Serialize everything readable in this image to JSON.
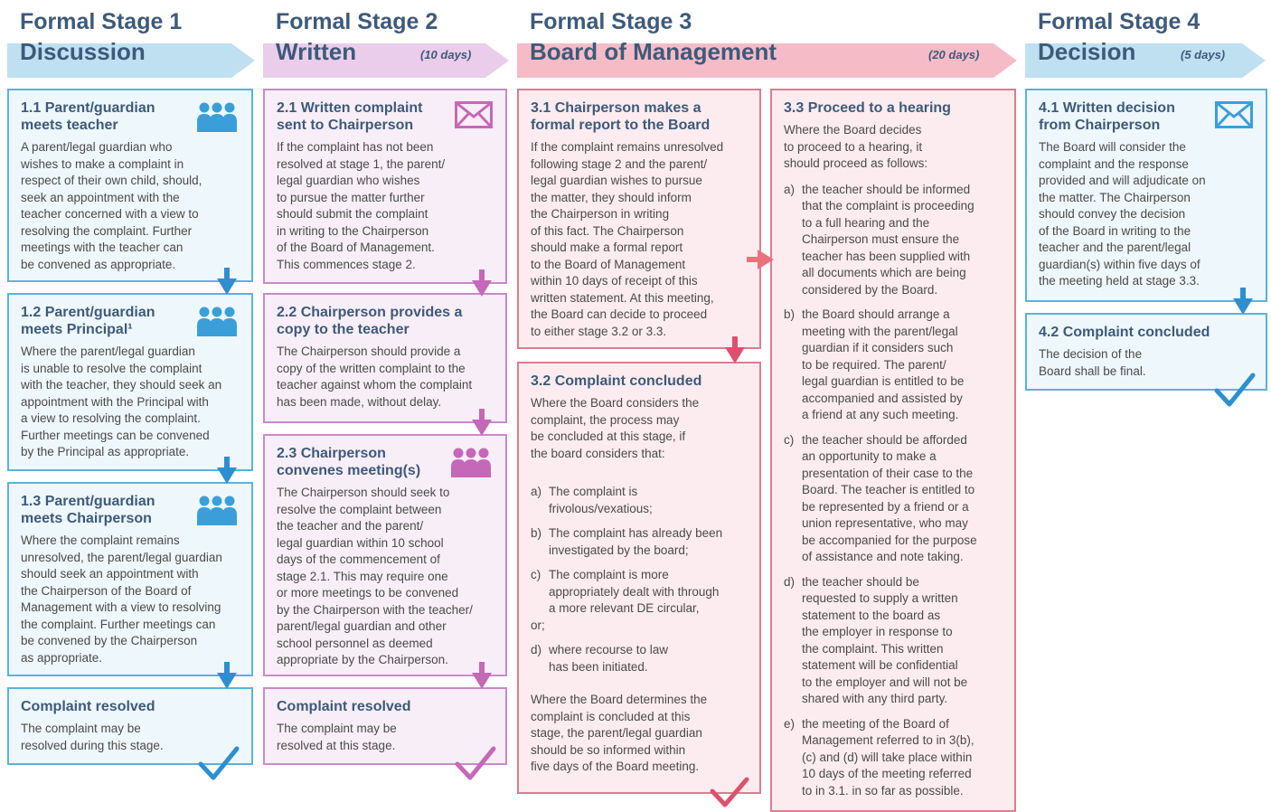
{
  "colors": {
    "stage1": "#5ab3dc",
    "stage2": "#c98ac9",
    "stage3": "#e07b8f",
    "stage4": "#5ab3dc",
    "heading": "#3d5a7a"
  },
  "stages": [
    {
      "line1": "Formal Stage 1",
      "line2": "Discussion",
      "days": ""
    },
    {
      "line1": "Formal Stage 2",
      "line2": "Written",
      "days": "(10 days)"
    },
    {
      "line1": "Formal Stage 3",
      "line2": "Board of Management",
      "days": "(20 days)"
    },
    {
      "line1": "Formal Stage 4",
      "line2": "Decision",
      "days": "(5 days)"
    }
  ],
  "boxes": {
    "s11": {
      "title": "1.1 Parent/guardian\nmeets teacher",
      "icon": "people-icon",
      "text": "A parent/legal guardian who\nwishes to make a complaint in\nrespect of their own child, should,\nseek an appointment with the\nteacher concerned with a view to\nresolving the complaint. Further\nmeetings with the teacher can\nbe convened as appropriate."
    },
    "s12": {
      "title": "1.2 Parent/guardian\nmeets Principal¹",
      "icon": "people-icon",
      "text": "Where the parent/legal guardian\nis unable to resolve the complaint\nwith the teacher, they should seek an\nappointment with the Principal with\na view to resolving the complaint.\nFurther meetings can be convened\nby the Principal as appropriate."
    },
    "s13": {
      "title": "1.3 Parent/guardian\nmeets Chairperson",
      "icon": "people-icon",
      "text": "Where the complaint remains\nunresolved, the parent/legal guardian\nshould seek an appointment with\nthe Chairperson of the Board of\nManagement with a view to resolving\nthe complaint. Further meetings can\nbe convened by the Chairperson\nas appropriate."
    },
    "s1r": {
      "title": "Complaint resolved",
      "text": "The complaint may be\nresolved during this stage."
    },
    "s21": {
      "title": "2.1 Written complaint\nsent to Chairperson",
      "icon": "envelope-icon",
      "text": "If the complaint has not been\nresolved at stage 1, the parent/\nlegal guardian who wishes\nto pursue the matter further\nshould submit the complaint\nin writing to the Chairperson\nof the Board of Management.\nThis commences stage 2."
    },
    "s22": {
      "title": "2.2 Chairperson provides a\ncopy to the teacher",
      "text": "The Chairperson should provide a\ncopy of the written complaint to the\nteacher against whom the complaint\nhas been made, without delay."
    },
    "s23": {
      "title": "2.3 Chairperson\nconvenes meeting(s)",
      "icon": "people-icon",
      "text": "The Chairperson should seek to\nresolve the complaint between\nthe teacher and the parent/\nlegal guardian within 10 school\ndays of the commencement of\nstage 2.1. This may require one\nor more meetings to be convened\nby the Chairperson with the teacher/\nparent/legal guardian and other\nschool personnel as deemed\nappropriate by the Chairperson."
    },
    "s2r": {
      "title": "Complaint resolved",
      "text": "The complaint may be\nresolved at this stage."
    },
    "s31": {
      "title": "3.1 Chairperson makes a\nformal report to the Board",
      "text": "If the complaint remains unresolved\nfollowing stage 2 and the parent/\nlegal guardian wishes to pursue\nthe matter, they should inform\nthe Chairperson in writing\nof this fact. The Chairperson\nshould make a formal report\nto the Board of Management\nwithin 10 days of receipt of this\nwritten statement. At this meeting,\nthe Board can decide to proceed\nto either stage 3.2 or 3.3."
    },
    "s32": {
      "title": "3.2 Complaint concluded",
      "text": "Where the Board considers the\ncomplaint, the process may\nbe concluded at this stage, if\nthe board considers that:",
      "items": [
        {
          "m": "a)",
          "t": "The complaint is\nfrivolous/vexatious;"
        },
        {
          "m": "b)",
          "t": "The complaint has already been\ninvestigated by the board;"
        },
        {
          "m": "c)",
          "t": "The complaint is more\nappropriately dealt with through\na more relevant DE circular,"
        }
      ],
      "or": "or;",
      "items2": [
        {
          "m": "d)",
          "t": "where recourse to law\nhas been initiated."
        }
      ],
      "tail": "Where the Board determines the\ncomplaint is concluded at this\nstage, the parent/legal guardian\nshould be so informed within\nfive days of the Board meeting."
    },
    "s33": {
      "title": "3.3 Proceed to a hearing",
      "text": "Where the Board decides\nto proceed to a hearing, it\nshould proceed as follows:",
      "items": [
        {
          "m": "a)",
          "t": "the teacher should be informed\nthat the complaint is proceeding\nto a full hearing and the\nChairperson must ensure the\nteacher has been supplied with\nall documents which are being\nconsidered by the Board."
        },
        {
          "m": "b)",
          "t": "the Board should arrange a\nmeeting with the parent/legal\nguardian if it considers such\nto be required. The parent/\nlegal guardian is entitled to be\naccompanied and assisted by\na friend at any such meeting."
        },
        {
          "m": "c)",
          "t": "the teacher should be afforded\nan opportunity to make a\npresentation of their case to the\nBoard. The teacher is entitled to\nbe represented by a friend or a\nunion representative, who may\nbe accompanied for the purpose\nof assistance and note taking."
        },
        {
          "m": "d)",
          "t": "the teacher should be\nrequested to supply a written\nstatement to the board as\nthe employer in response to\nthe complaint. This written\nstatement will be confidential\nto the employer and will not be\nshared with any third party."
        },
        {
          "m": "e)",
          "t": "the meeting of the Board of\nManagement referred to in 3(b),\n(c) and (d) will take place within\n10 days of the meeting referred\nto in 3.1. in so far as possible."
        }
      ]
    },
    "s41": {
      "title": "4.1 Written decision\nfrom Chairperson",
      "icon": "envelope-icon",
      "text": "The Board will consider the\ncomplaint and the response\nprovided and will adjudicate on\nthe matter. The Chairperson\nshould convey the decision\nof the Board in writing to the\nteacher and the parent/legal\nguardian(s) within five days of\nthe meeting held at stage 3.3."
    },
    "s42": {
      "title": "4.2 Complaint concluded",
      "text": "The decision of the\nBoard shall be final."
    }
  }
}
